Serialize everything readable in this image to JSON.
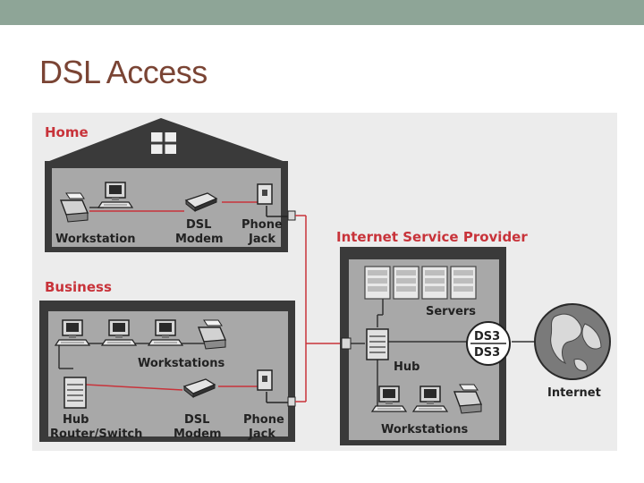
{
  "slide": {
    "title": "DSL Access"
  },
  "colors": {
    "topbar": "#8ea597",
    "title": "#7a4434",
    "accent_red": "#c8333a",
    "building_frame": "#3a3a3a",
    "building_fill": "#a8a8a8",
    "diagram_bg": "#ececec"
  },
  "diagram": {
    "home": {
      "title": "Home",
      "workstation": "Workstation",
      "dsl_modem_1": "DSL",
      "dsl_modem_2": "Modem",
      "phone_jack_1": "Phone",
      "phone_jack_2": "Jack"
    },
    "business": {
      "title": "Business",
      "workstations": "Workstations",
      "hub_1": "Hub",
      "hub_2": "Router/Switch",
      "dsl_modem_1": "DSL",
      "dsl_modem_2": "Modem",
      "phone_jack_1": "Phone",
      "phone_jack_2": "Jack"
    },
    "isp": {
      "title": "Internet Service Provider",
      "servers": "Servers",
      "hub": "Hub",
      "ds3_top": "DS3",
      "ds3_bottom": "DS3",
      "workstations": "Workstations"
    },
    "internet": {
      "label": "Internet"
    },
    "icons": [
      "house-icon",
      "computer-icon",
      "printer-icon",
      "modem-icon",
      "phone-jack-icon",
      "hub-icon",
      "server-icon",
      "globe-icon"
    ]
  }
}
